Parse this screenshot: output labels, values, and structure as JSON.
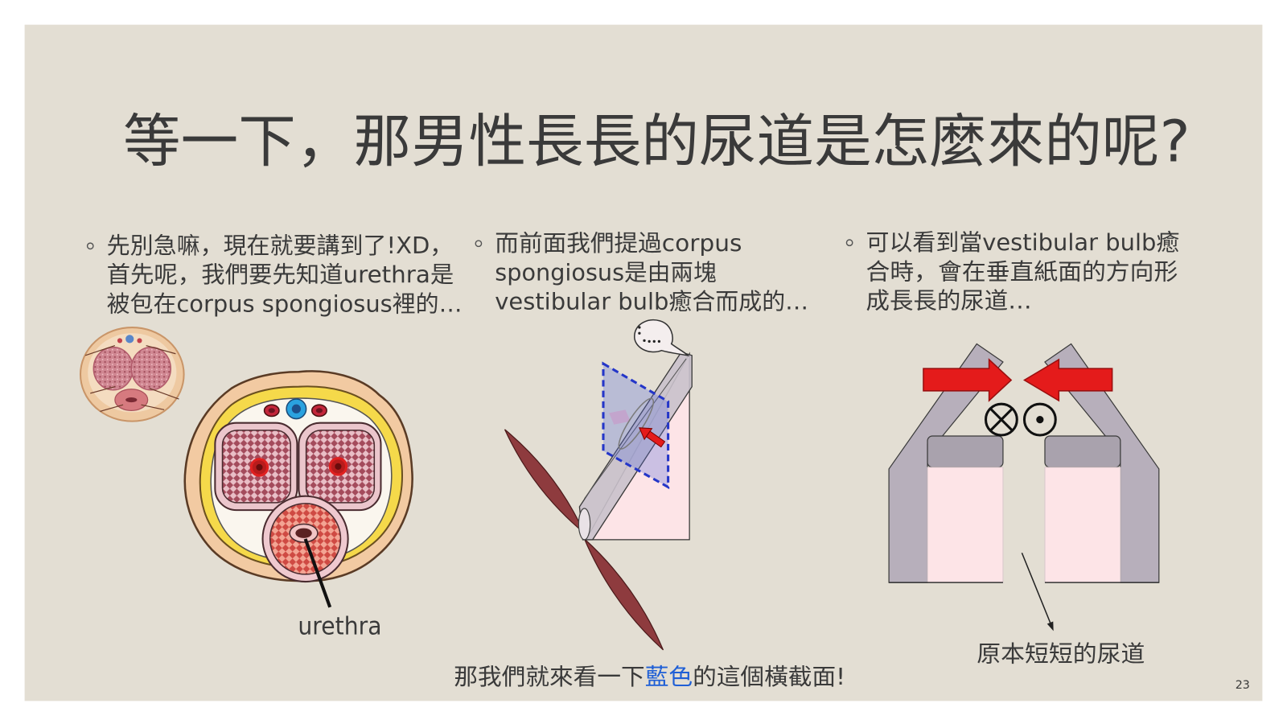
{
  "slide": {
    "title": "等一下，那男性長長的尿道是怎麼來的呢?",
    "page_number": "23"
  },
  "bullets": [
    {
      "lines": [
        "先別急嘛，現在就要講到了!XD，",
        "首先呢，我們要先知道urethra是",
        "被包在corpus spongiosus裡的…"
      ]
    },
    {
      "lines": [
        "而前面我們提過corpus",
        "spongiosus是由兩塊",
        "vestibular bulb癒合而成的…"
      ]
    },
    {
      "lines": [
        "可以看到當vestibular bulb癒",
        "合時，會在垂直紙面的方向形",
        "成長長的尿道…"
      ]
    }
  ],
  "figures": {
    "cross_section": {
      "label": "urethra"
    },
    "bulb_plane": {
      "caption": {
        "before": "那我們就來看一下",
        "highlight": "藍色",
        "after": "的這個橫截面!"
      }
    },
    "fusion": {
      "label": "原本短短的尿道",
      "icons": [
        "right-arrow-icon",
        "left-arrow-icon",
        "circle-cross-icon",
        "circle-dot-icon"
      ]
    }
  },
  "colors": {
    "background": "#e3ded3",
    "text": "#3a3a3a",
    "highlight": "#1f5fd6",
    "arrow_red": "#e41b1b",
    "plane_blue": "#2436c8",
    "bulb_gray": "#b7afbb",
    "urethra_pink": "#fde4e7"
  }
}
